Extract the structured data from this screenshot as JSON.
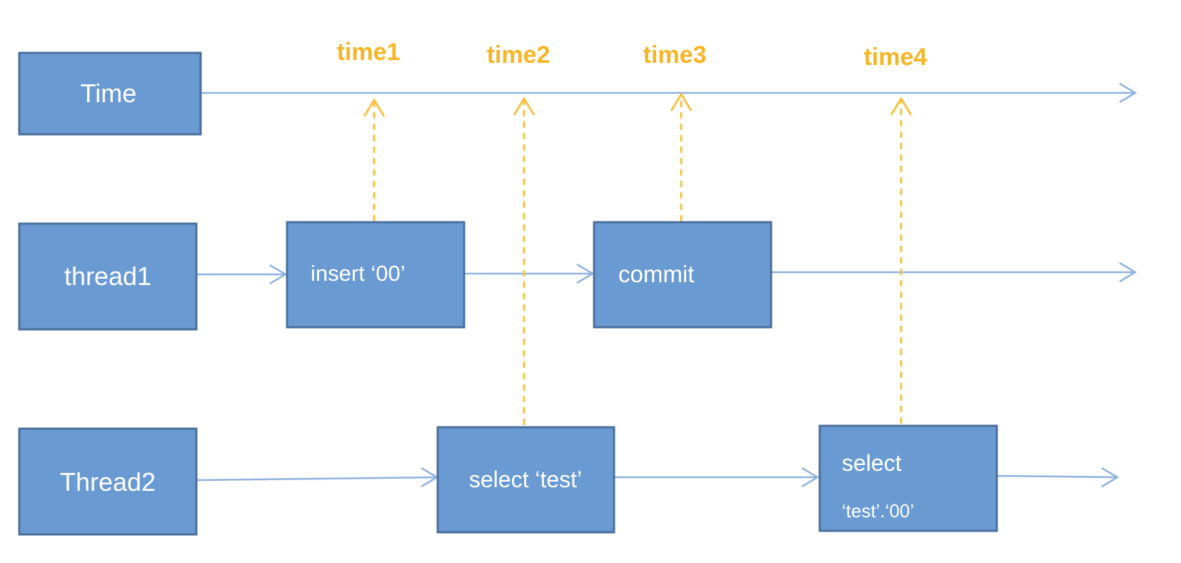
{
  "timeline": {
    "row_label": "Time",
    "marks": [
      {
        "label": "time1"
      },
      {
        "label": "time2"
      },
      {
        "label": "time3"
      },
      {
        "label": "time4"
      }
    ]
  },
  "threads": [
    {
      "label": "thread1",
      "steps": [
        {
          "label": "insert ‘00’"
        },
        {
          "label": "commit"
        }
      ]
    },
    {
      "label": "Thread2",
      "steps": [
        {
          "label": "select ‘test’"
        },
        {
          "label": "select",
          "sublabel": "‘test’.‘00’"
        }
      ]
    }
  ],
  "colors": {
    "box_fill": "#6a9ad2",
    "box_border": "#4a6f9c",
    "flow_line": "#8fb2de",
    "time_marker": "#f7c242",
    "time_label": "#f5b524"
  }
}
